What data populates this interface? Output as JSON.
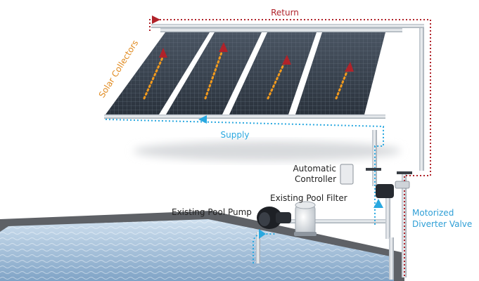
{
  "labels": {
    "return": "Return",
    "supply": "Supply",
    "solar_collectors": "Solar Collectors",
    "automatic_controller_line1": "Automatic",
    "automatic_controller_line2": "Controller",
    "existing_pool_filter": "Existing Pool Filter",
    "existing_pool_pump": "Existing Pool Pump",
    "motorized_diverter_valve_line1": "Motorized",
    "motorized_diverter_valve_line2": "Diverter Valve"
  },
  "colors": {
    "return_flow": "#b0232a",
    "supply_flow": "#29a8e0",
    "heated_flow": "#f29a1d",
    "collector_label": "#e08a1f",
    "valve_label": "#2f9fd6",
    "text_dark": "#222222"
  }
}
